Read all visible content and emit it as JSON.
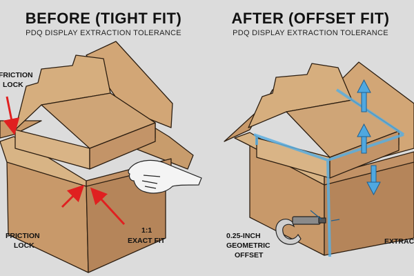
{
  "panels": {
    "before": {
      "title": "BEFORE (TIGHT FIT)",
      "subtitle": "PDQ DISPLAY EXTRACTION TOLERANCE",
      "labels": {
        "top_left_line1": "FRICTION",
        "top_left_line2": "LOCK",
        "bottom_left_line1": "FRICTION",
        "bottom_left_line2": "LOCK",
        "fit_line1": "1:1",
        "fit_line2": "EXACT FIT"
      }
    },
    "after": {
      "title": "AFTER (OFFSET FIT)",
      "subtitle": "PDQ DISPLAY EXTRACTION TOLERANCE",
      "labels": {
        "offset_line1": "0.25-INCH",
        "offset_line2": "GEOMETRIC",
        "offset_line3": "OFFSET",
        "right_edge": "EXTRAC"
      }
    }
  },
  "colors": {
    "background": "#dcdcdc",
    "cardboard": "#c89c6c",
    "cardboard_dark": "#a87c50",
    "cardboard_light": "#d8b485",
    "arrow_red": "#e02020",
    "offset_blue": "#5aaee0"
  }
}
